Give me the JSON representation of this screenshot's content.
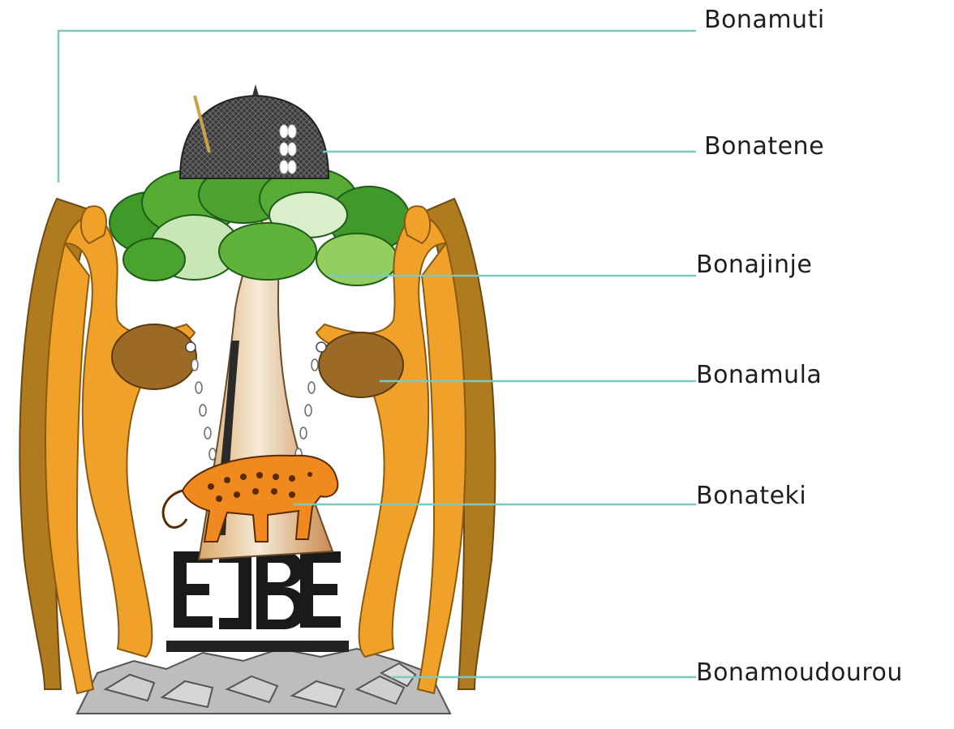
{
  "labels": {
    "bonamuti": "Bonamuti",
    "bonatene": "Bonatene",
    "bonajinje": "Bonajinje",
    "bonamula": "Bonamula",
    "bonateki": "Bonateki",
    "bonamoudourou": "Bonamoudourou"
  },
  "colors": {
    "leader_line": "#7cc9c2",
    "skin": "#f0a12a",
    "hair": "#b07a1e",
    "tree_green": "#4aa32e",
    "trunk": "#e7c9a0",
    "hat": "#3a3a3a",
    "leopard": "#f08a1e",
    "stones": "#b9b9b9"
  }
}
